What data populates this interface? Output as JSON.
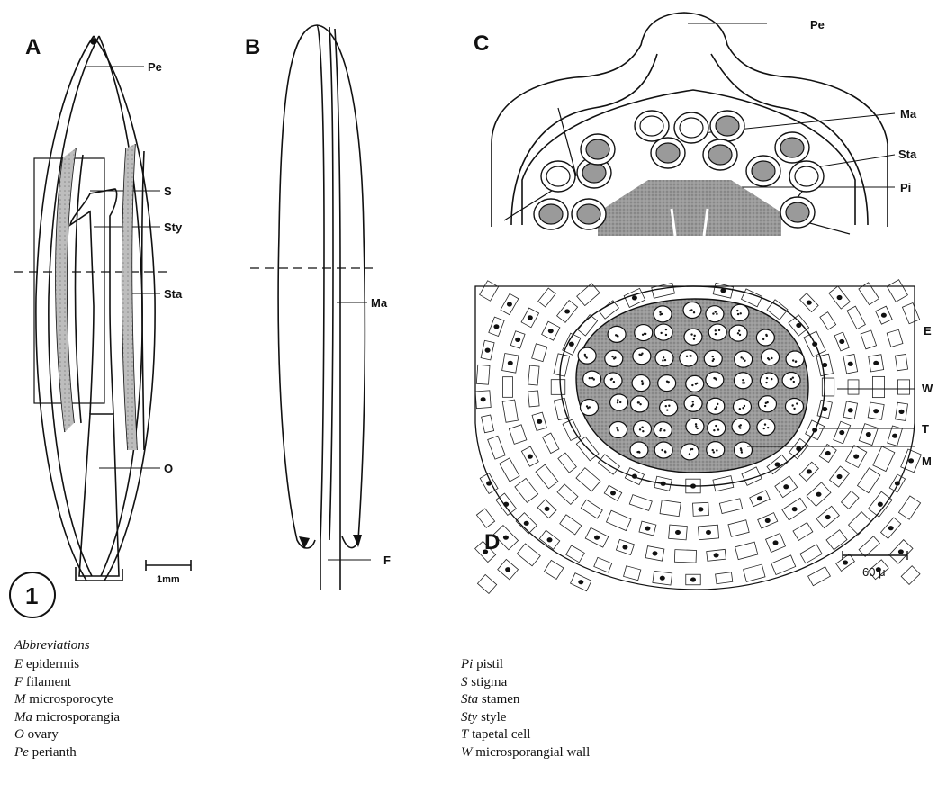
{
  "figure_number": "1",
  "panels": {
    "a": "A",
    "b": "B",
    "c": "C",
    "d": "D"
  },
  "labels": {
    "pe_a": "Pe",
    "s": "S",
    "sty": "Sty",
    "sta_a": "Sta",
    "o": "O",
    "ma_b": "Ma",
    "f": "F",
    "pe_c": "Pe",
    "ma_c": "Ma",
    "sta_c": "Sta",
    "pi": "Pi",
    "e": "E",
    "w": "W",
    "t": "T",
    "m": "M"
  },
  "scale_bars": {
    "a": "1mm",
    "d": "60 μ"
  },
  "abbreviations": {
    "heading": "Abbreviations",
    "left": [
      {
        "abbr": "E",
        "meaning": "epidermis"
      },
      {
        "abbr": "F",
        "meaning": "filament"
      },
      {
        "abbr": "M",
        "meaning": "microsporocyte"
      },
      {
        "abbr": "Ma",
        "meaning": "microsporangia"
      },
      {
        "abbr": "O",
        "meaning": "ovary"
      },
      {
        "abbr": "Pe",
        "meaning": "perianth"
      }
    ],
    "right": [
      {
        "abbr": "Pi",
        "meaning": "pistil"
      },
      {
        "abbr": "S",
        "meaning": "stigma"
      },
      {
        "abbr": "Sta",
        "meaning": "stamen"
      },
      {
        "abbr": "Sty",
        "meaning": "style"
      },
      {
        "abbr": "T",
        "meaning": "tapetal cell"
      },
      {
        "abbr": "W",
        "meaning": "microsporangial wall"
      }
    ]
  },
  "colors": {
    "ink": "#111111",
    "stipple": "#8c8c8c",
    "light_stipple": "#c8c8c8",
    "nucleus": "#111111"
  }
}
